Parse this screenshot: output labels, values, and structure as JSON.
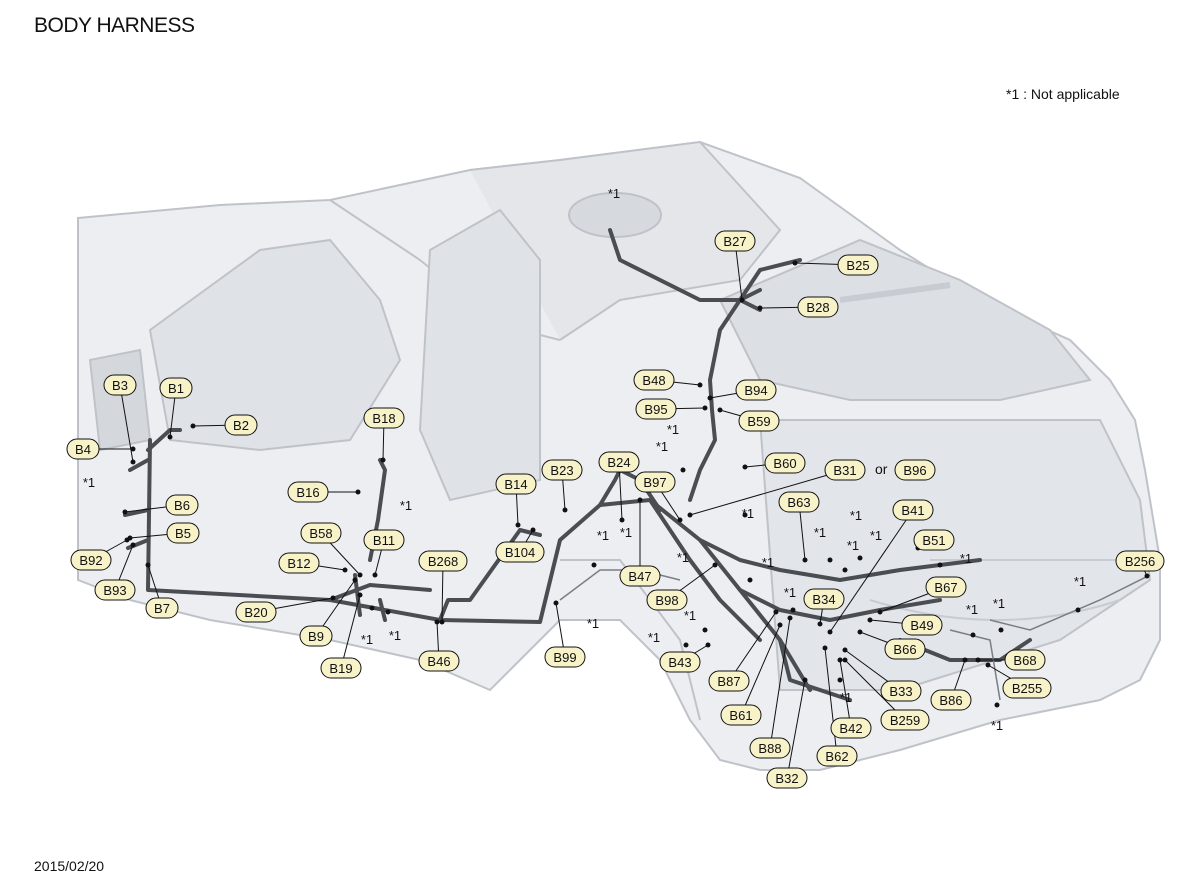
{
  "header": {
    "title": "BODY HARNESS"
  },
  "legend": {
    "note": "*1 : Not applicable"
  },
  "footer": {
    "date": "2015/02/20"
  },
  "connectors": [
    "B3",
    "B1",
    "B2",
    "B4",
    "B6",
    "B5",
    "B92",
    "B93",
    "B7",
    "B18",
    "B16",
    "B58",
    "B11",
    "B12",
    "B20",
    "B9",
    "B19",
    "B268",
    "B46",
    "B14",
    "B104",
    "B23",
    "B24",
    "B97",
    "B47",
    "B98",
    "B99",
    "B27",
    "B25",
    "B28",
    "B48",
    "B94",
    "B95",
    "B59",
    "B60",
    "B31",
    "B96",
    "B63",
    "B41",
    "B51",
    "B67",
    "B49",
    "B66",
    "B33",
    "B259",
    "B86",
    "B68",
    "B255",
    "B34",
    "B43",
    "B87",
    "B61",
    "B88",
    "B32",
    "B62",
    "B42",
    "B256"
  ],
  "not_applicable_mark": "*1",
  "alternative_word": "or"
}
